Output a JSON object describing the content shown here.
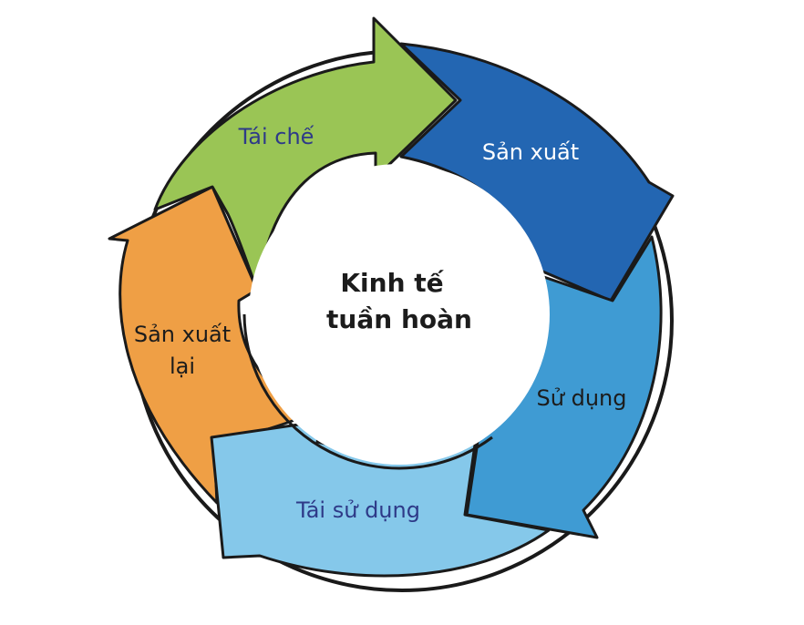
{
  "center": {
    "line1": "Kinh tế",
    "line2": "tuần hoàn"
  },
  "segments": [
    {
      "id": "tai-che",
      "label": "Tái chế",
      "color": "#9ac555",
      "text_color": "#2e3a88"
    },
    {
      "id": "san-xuat",
      "label": "Sản xuất",
      "color": "#2366b2",
      "text_color": "#ffffff"
    },
    {
      "id": "su-dung",
      "label": "Sử dụng",
      "color": "#3f9bd3",
      "text_color": "#1c1c1c"
    },
    {
      "id": "tai-su-dung",
      "label": "Tái sử dụng",
      "color": "#85c8ea",
      "text_color": "#2e3a88"
    },
    {
      "id": "san-xuat-lai",
      "label_line1": "Sản xuất",
      "label_line2": "lại",
      "color": "#ef9f45",
      "text_color": "#1c1c1c"
    }
  ],
  "colors": {
    "outline": "#1a1a1a",
    "background": "#ffffff",
    "center_text": "#1c1c1c"
  }
}
